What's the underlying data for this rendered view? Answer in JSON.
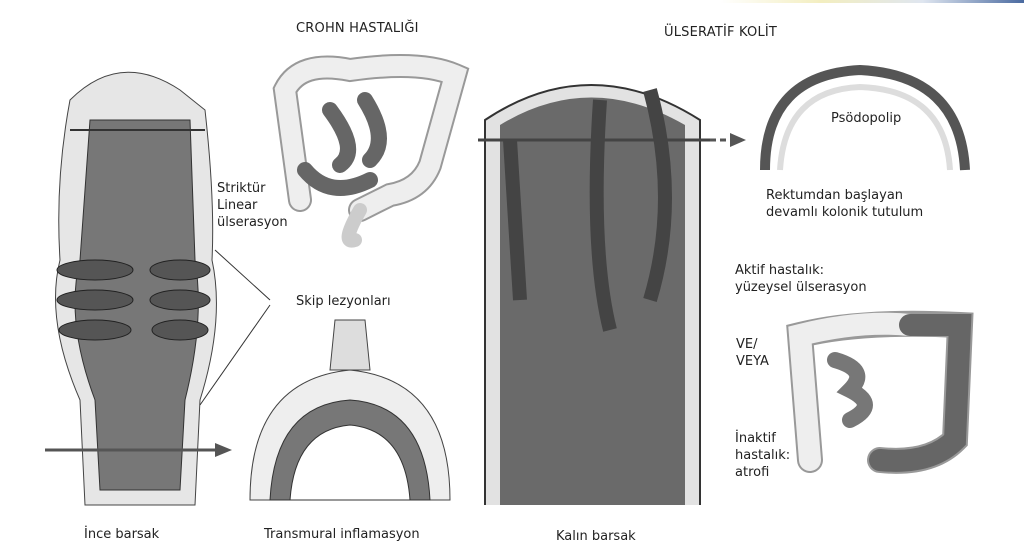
{
  "titles": {
    "crohn": "CROHN HASTALIĞI",
    "uc": "ÜLSERATİF KOLİT"
  },
  "crohn_labels": {
    "stricture": [
      "Striktür",
      "Linear",
      "ülserasyon"
    ],
    "skip": "Skip lezyonları",
    "small_bowel": "İnce barsak",
    "transmural": "Transmural inflamasyon"
  },
  "uc_labels": {
    "large_bowel": "Kalın barsak",
    "pseudopolyp": "Psödopolip",
    "continuous": [
      "Rektumdan başlayan",
      "devamlı kolonik tutulum"
    ],
    "active": [
      "Aktif hastalık:",
      "yüzeysel ülserasyon"
    ],
    "andor": [
      "VE/",
      "VEYA"
    ],
    "inactive": [
      "İnaktif",
      "hastalık:",
      "atrofi"
    ]
  },
  "colors": {
    "tissue": "#6b6b6b",
    "light": "#e8e8e8",
    "line": "#333333"
  }
}
